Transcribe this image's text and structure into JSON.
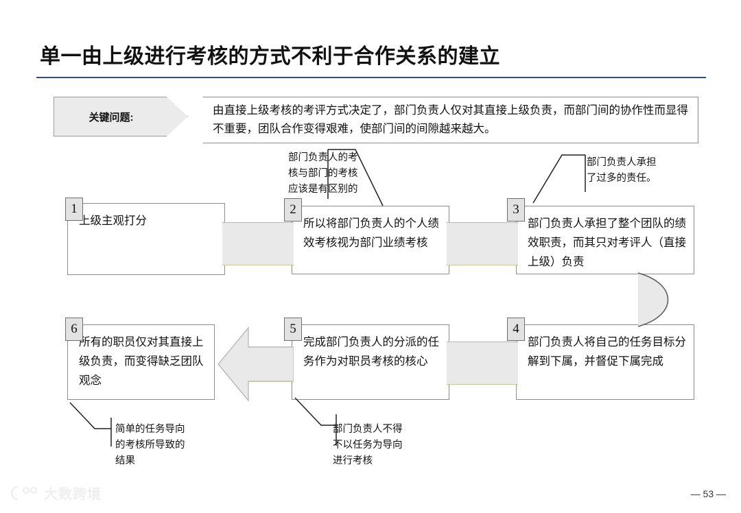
{
  "slide": {
    "title": "单一由上级进行考核的方式不利于合作关系的建立",
    "rule_color": "#2e4f7c",
    "page_number": "— 53 —"
  },
  "banner": {
    "tag_label": "关键问题:",
    "body_text": "由直接上级考核的考评方式决定了，部门负责人仅对其直接上级负责，而部门间的协作性而显得不重要，团队合作变得艰难，使部门间的间隙越来越大。"
  },
  "flow": {
    "boxes": [
      {
        "num": "1",
        "text": "上级主观打分"
      },
      {
        "num": "2",
        "text": "所以将部门负责人的个人绩效考核视为部门业绩考核"
      },
      {
        "num": "3",
        "text": "部门负责人承担了整个团队的绩效职责，而其只对考评人（直接上级）负责"
      },
      {
        "num": "4",
        "text": "部门负责人将自己的任务目标分解到下属，并督促下属完成"
      },
      {
        "num": "5",
        "text": "完成部门负责人的分派的任务作为对职员考核的核心"
      },
      {
        "num": "6",
        "text": "所有的职员仅对其直接上级负责，而变得缺乏团队观念"
      }
    ],
    "connector_fill": "#e9e9e9",
    "connector_edge": "#c9c49a"
  },
  "callouts": {
    "box2_note": "部门负责人的考\n核与部门的考核\n应该是有区别的",
    "box3_note": "部门负责人承担\n了过多的责任。",
    "box6_note": "简单的任务导向\n的考核所导致的\n结果",
    "box5_note": "部门负责人不得\n不以任务为导向\n进行考核"
  },
  "watermark": {
    "text": "大数跨境",
    "color": "#efefef"
  }
}
